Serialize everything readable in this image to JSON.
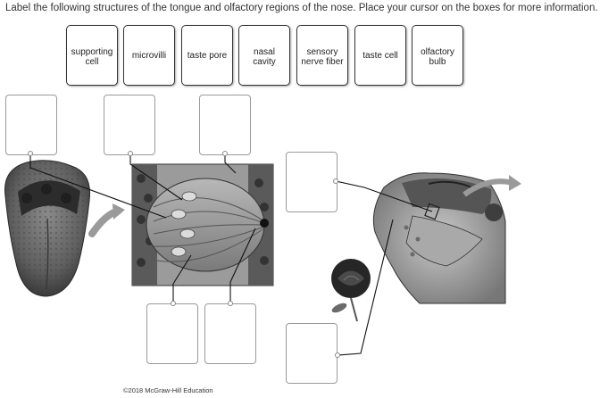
{
  "instructions": "Label the following structures of the tongue and olfactory regions of the nose. Place your cursor on the boxes for more information.",
  "terms": [
    {
      "label": "supporting\ncell"
    },
    {
      "label": "microvilli"
    },
    {
      "label": "taste pore"
    },
    {
      "label": "nasal\ncavity"
    },
    {
      "label": "sensory\nnerve fiber"
    },
    {
      "label": "taste cell"
    },
    {
      "label": "olfactory\nbulb"
    }
  ],
  "copyright": "2018 McGraw-Hill Education",
  "colors": {
    "box_border": "#333333",
    "drop_border": "#9a9a9a",
    "leader_line": "#111111"
  }
}
